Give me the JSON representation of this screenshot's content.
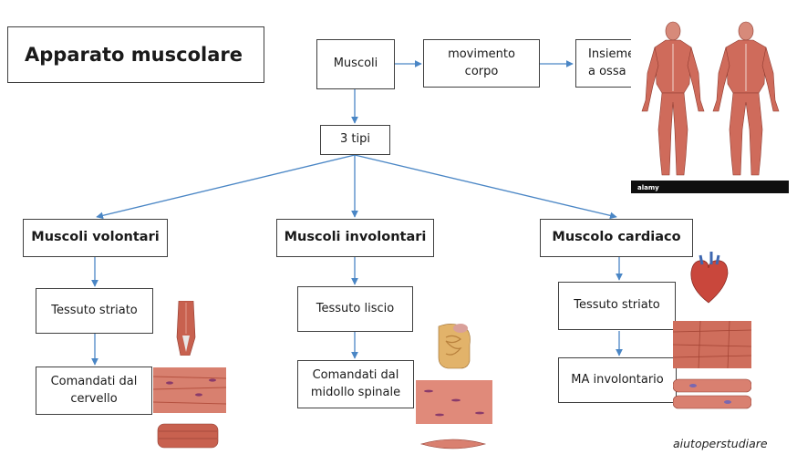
{
  "title": "Apparato muscolare",
  "nodes": {
    "muscoli": "Muscoli",
    "movimento_line1": "movimento",
    "movimento_line2": "corpo",
    "insieme_line1": "Insieme",
    "insieme_line2": "a ossa",
    "tipi": "3 tipi",
    "volontari": "Muscoli volontari",
    "involontari": "Muscoli involontari",
    "cardiaco": "Muscolo cardiaco",
    "striato_1": "Tessuto striato",
    "comandati_cervello_line1": "Comandati dal",
    "comandati_cervello_line2": "cervello",
    "liscio": "Tessuto liscio",
    "comandati_midollo_line1": "Comandati dal",
    "comandati_midollo_line2": "midollo spinale",
    "striato_2": "Tessuto striato",
    "ma_involontario": "MA involontario"
  },
  "watermark": "alamy",
  "credit": "aiutoperstudiare",
  "colors": {
    "arrow": "#4a86c5",
    "border": "#3f3f3f",
    "muscle": "#c8614f"
  }
}
